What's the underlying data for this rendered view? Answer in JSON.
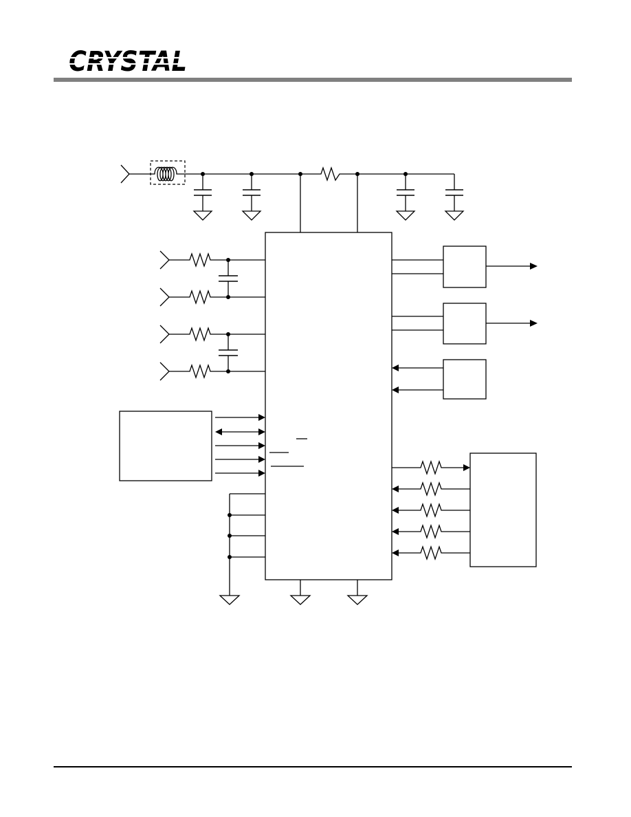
{
  "header": {
    "logo_text": "CRYSTAL",
    "rule_color": "#808080"
  },
  "footer": {
    "rule_color": "#000000"
  },
  "schematic": {
    "ink_color": "#000000",
    "analog_inputs": 4,
    "left_bus_lines": 5,
    "digital_outputs": 2,
    "right_input_lines": 2,
    "series_resistor_lines": 5,
    "grounded_pins": 4
  }
}
